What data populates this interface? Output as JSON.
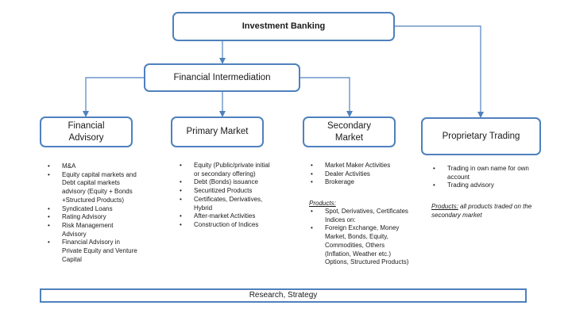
{
  "nodes": {
    "root": "Investment Banking",
    "intermediation": "Financial Intermediation",
    "financial_advisory": "Financial Advisory",
    "primary_market": "Primary Market",
    "secondary_market": "Secondary Market",
    "proprietary_trading": "Proprietary Trading",
    "research": "Research, Strategy"
  },
  "financial_advisory_items": [
    "M&A",
    "Equity capital markets and Debt capital markets advisory (Equity + Bonds +Structured Products)",
    "Syndicated Loans",
    "Rating Advisory",
    "Risk Management Advisory",
    "Financial Advisory in Private Equity and Venture Capital"
  ],
  "primary_market_items": [
    "Equity (Public/private initial or secondary offering)",
    "Debt (Bonds) issuance",
    "Securitized Products",
    "Certificates, Derivatives, Hybrid",
    "After-market Activities",
    "Construction of Indices"
  ],
  "secondary_market_items": [
    "Market Maker Activities",
    "Dealer Activities",
    "Brokerage"
  ],
  "secondary_products_label": "Products:",
  "secondary_product_items": [
    "Spot, Derivatives, Certificates Indices on:",
    "Foreign Exchange, Money Market, Bonds, Equity, Commodities, Others (Inflation, Weather etc.) Options, Structured Products)"
  ],
  "proprietary_trading_items": [
    "Trading in own name for own account",
    "Trading advisory"
  ],
  "proprietary_note": {
    "label": "Products:",
    "text": " all products traded on the secondary market"
  },
  "colors": {
    "box_border": "#4f81bd",
    "arrow": "#4f81bd"
  }
}
